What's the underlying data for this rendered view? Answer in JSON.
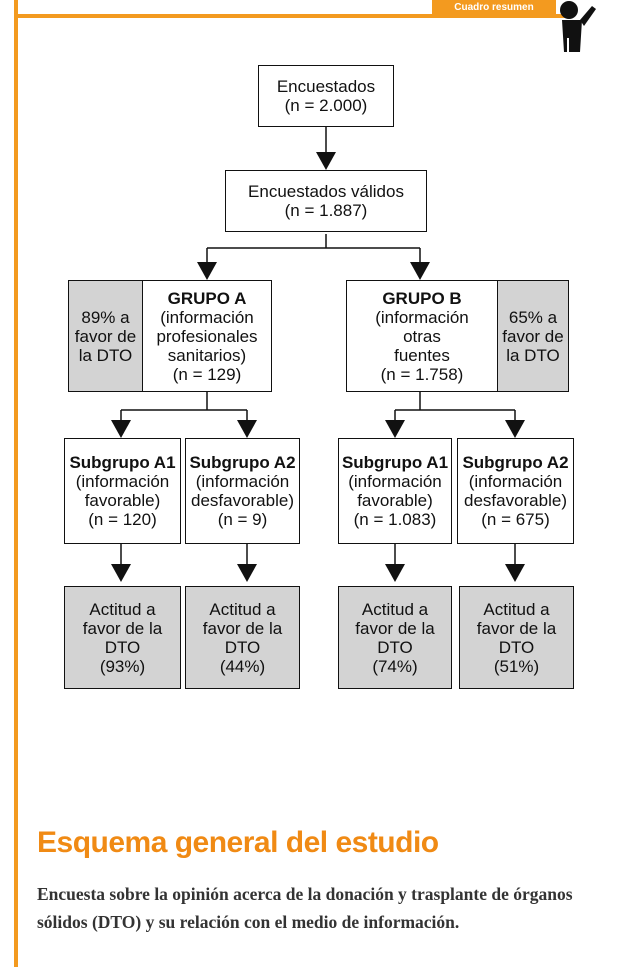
{
  "header": {
    "tab_label": "Cuadro resumen"
  },
  "flowchart": {
    "respondents": {
      "line1": "Encuestados",
      "line2": "(n = 2.000)"
    },
    "valid": {
      "line1": "Encuestados válidos",
      "line2": "(n = 1.887)"
    },
    "group_a": {
      "title": "GRUPO A",
      "line1": "(información",
      "line2": "profesionales",
      "line3": "sanitarios)",
      "line4": "(n = 129)"
    },
    "group_a_note": {
      "line1": "89% a",
      "line2": "favor de",
      "line3": "la DTO"
    },
    "group_b": {
      "title": "GRUPO B",
      "line1": "(información",
      "line2": "otras",
      "line3": "fuentes",
      "line4": "(n = 1.758)"
    },
    "group_b_note": {
      "line1": "65% a",
      "line2": "favor de",
      "line3": "la DTO"
    },
    "a_sub1": {
      "title": "Subgrupo A1",
      "line1": "(información",
      "line2": "favorable)",
      "line3": "(n = 120)"
    },
    "a_sub2": {
      "title": "Subgrupo A2",
      "line1": "(información",
      "line2": "desfavorable)",
      "line3": "(n = 9)"
    },
    "b_sub1": {
      "title": "Subgrupo A1",
      "line1": "(información",
      "line2": "favorable)",
      "line3": "(n = 1.083)"
    },
    "b_sub2": {
      "title": "Subgrupo A2",
      "line1": "(información",
      "line2": "desfavorable)",
      "line3": "(n = 675)"
    },
    "a_sub1_result": {
      "line1": "Actitud a",
      "line2": "favor de la",
      "line3": "DTO",
      "line4": "(93%)"
    },
    "a_sub2_result": {
      "line1": "Actitud a",
      "line2": "favor de la",
      "line3": "DTO",
      "line4": "(44%)"
    },
    "b_sub1_result": {
      "line1": "Actitud a",
      "line2": "favor de la",
      "line3": "DTO",
      "line4": "(74%)"
    },
    "b_sub2_result": {
      "line1": "Actitud a",
      "line2": "favor de la",
      "line3": "DTO",
      "line4": "(51%)"
    }
  },
  "footer": {
    "heading": "Esquema general del estudio",
    "caption": "Encuesta sobre la opinión acerca de la donación y trasplante de órganos sólidos (DTO) y su relación con el medio de información."
  },
  "colors": {
    "accent": "#f39a1f",
    "heading": "#f08a14",
    "box_grey": "#d3d3d3"
  },
  "icons": [
    "person-figure-icon"
  ]
}
